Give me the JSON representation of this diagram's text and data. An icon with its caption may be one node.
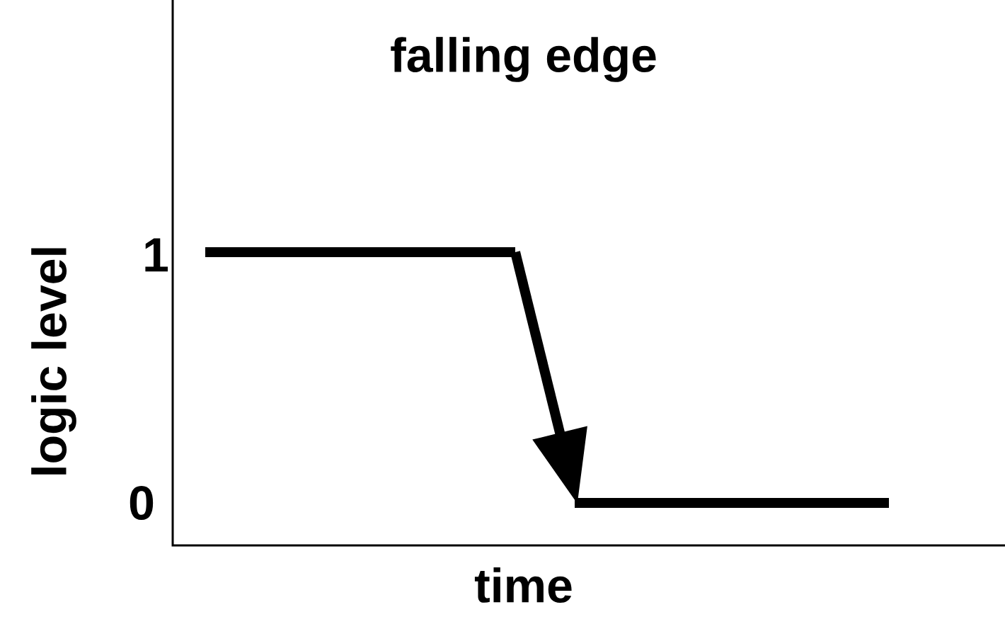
{
  "diagram": {
    "title": "falling edge",
    "labels": [
      "1",
      "0",
      "logic level",
      "time"
    ]
  }
}
